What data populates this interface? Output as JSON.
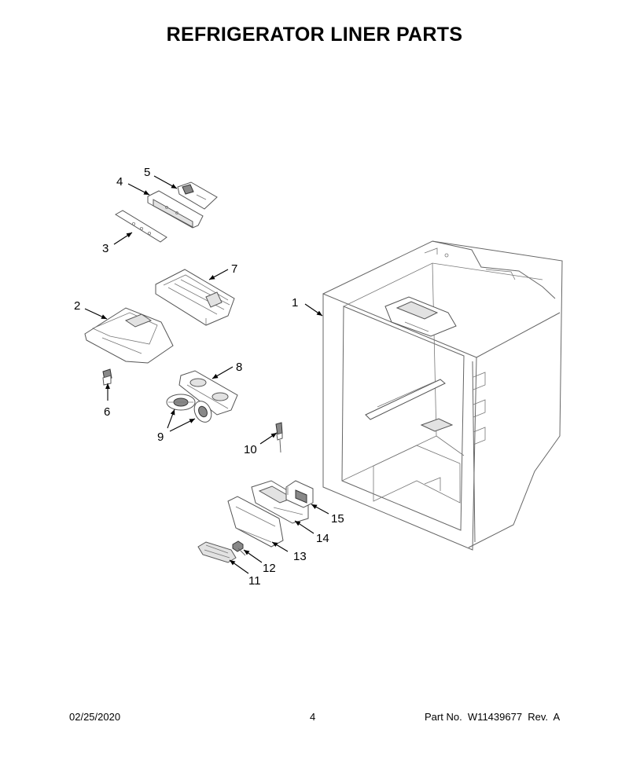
{
  "title": "REFRIGERATOR LINER PARTS",
  "callouts": [
    "1",
    "2",
    "3",
    "4",
    "5",
    "6",
    "7",
    "8",
    "9",
    "10",
    "11",
    "12",
    "13",
    "14",
    "15"
  ],
  "footer": {
    "date": "02/25/2020",
    "page": "4",
    "part_no": "Part No.  W11439677  Rev.  A"
  }
}
